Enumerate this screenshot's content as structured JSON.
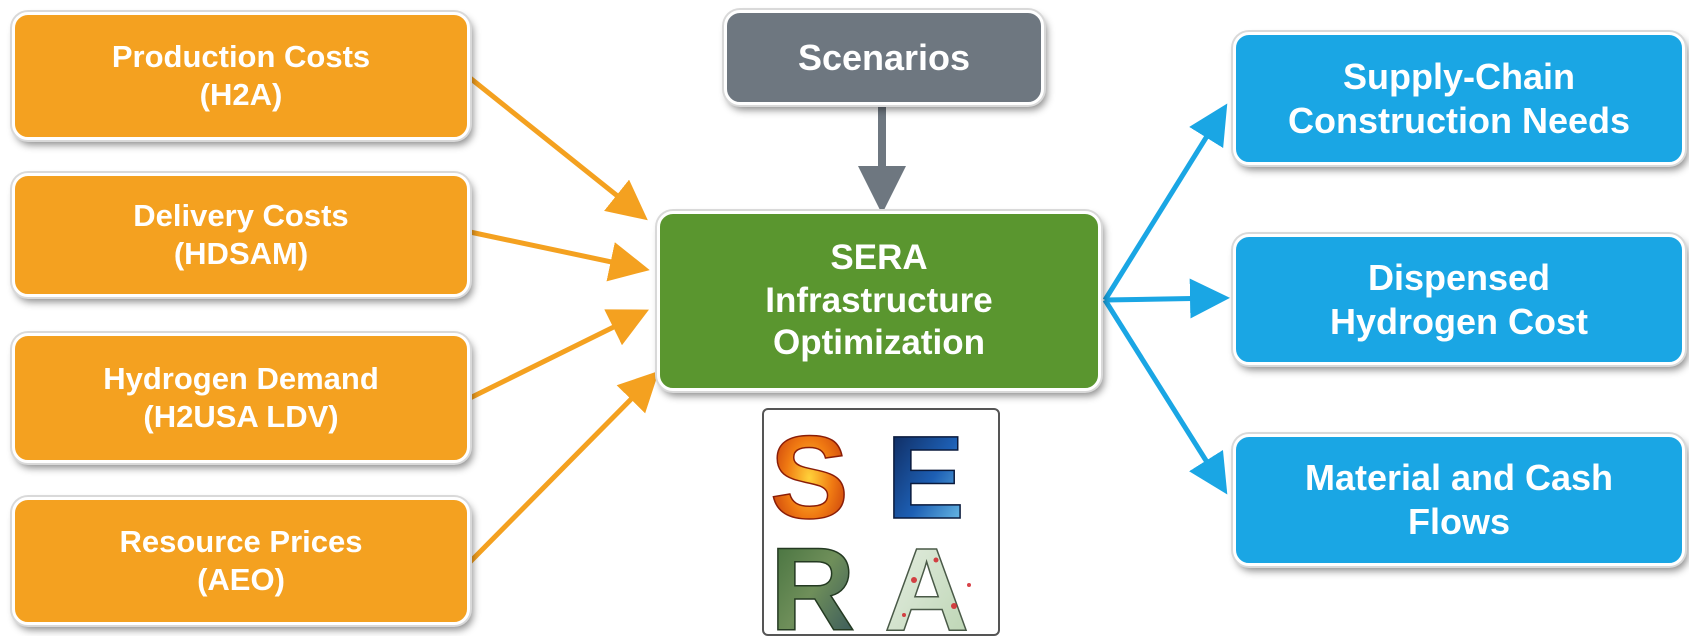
{
  "inputs": [
    {
      "line1": "Production Costs",
      "line2": "(H2A)"
    },
    {
      "line1": "Delivery Costs",
      "line2": "(HDSAM)"
    },
    {
      "line1": "Hydrogen Demand",
      "line2": "(H2USA LDV)"
    },
    {
      "line1": "Resource Prices",
      "line2": "(AEO)"
    }
  ],
  "scenarios": {
    "label": "Scenarios"
  },
  "core": {
    "line1": "SERA",
    "line2": "Infrastructure",
    "line3": "Optimization"
  },
  "outputs": [
    {
      "line1": "Supply-Chain",
      "line2": "Construction Needs"
    },
    {
      "line1": "Dispensed",
      "line2": "Hydrogen Cost"
    },
    {
      "line1": "Material and Cash",
      "line2": "Flows"
    }
  ],
  "logo": {
    "letters": [
      "S",
      "E",
      "R",
      "A"
    ]
  },
  "colors": {
    "input": "#f4a120",
    "output": "#1aa6e4",
    "core": "#5a962f",
    "scenarios": "#6e7780",
    "input_arrow": "#f4a120",
    "output_arrow": "#1aa6e4",
    "scenario_arrow": "#6e7780"
  }
}
